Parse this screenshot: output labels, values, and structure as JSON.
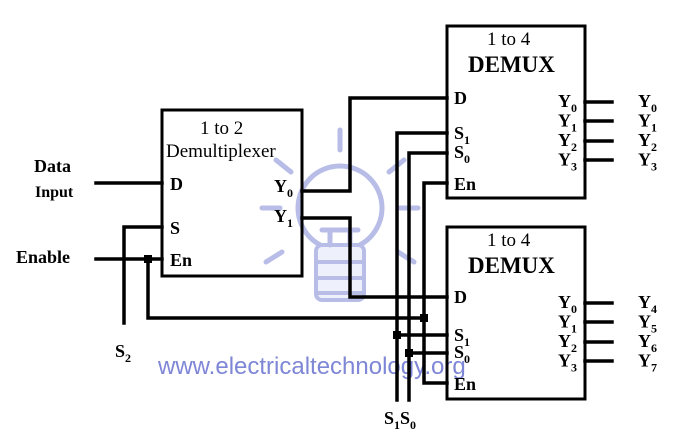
{
  "inputs": {
    "data_line1": "Data",
    "data_line2": "Input",
    "enable": "Enable",
    "s2": "S",
    "s2_sub": "2",
    "s1": "S",
    "s1_sub": "1",
    "s0": "S",
    "s0_sub": "0"
  },
  "demux_1to2": {
    "title_line1": "1 to 2",
    "title_line2": "Demultiplexer",
    "pin_d": "D",
    "pin_s": "S",
    "pin_en": "En",
    "y0": "Y",
    "y0_sub": "0",
    "y1": "Y",
    "y1_sub": "1"
  },
  "demux_top": {
    "title_line1": "1 to 4",
    "title_line2": "DEMUX",
    "pin_d": "D",
    "pin_s1": "S",
    "pin_s1_sub": "1",
    "pin_s0": "S",
    "pin_s0_sub": "0",
    "pin_en": "En",
    "outputs_inner": [
      {
        "t": "Y",
        "s": "0"
      },
      {
        "t": "Y",
        "s": "1"
      },
      {
        "t": "Y",
        "s": "2"
      },
      {
        "t": "Y",
        "s": "3"
      }
    ],
    "outputs_outer": [
      {
        "t": "Y",
        "s": "0"
      },
      {
        "t": "Y",
        "s": "1"
      },
      {
        "t": "Y",
        "s": "2"
      },
      {
        "t": "Y",
        "s": "3"
      }
    ]
  },
  "demux_bottom": {
    "title_line1": "1 to 4",
    "title_line2": "DEMUX",
    "pin_d": "D",
    "pin_s1": "S",
    "pin_s1_sub": "1",
    "pin_s0": "S",
    "pin_s0_sub": "0",
    "pin_en": "En",
    "outputs_inner": [
      {
        "t": "Y",
        "s": "0"
      },
      {
        "t": "Y",
        "s": "1"
      },
      {
        "t": "Y",
        "s": "2"
      },
      {
        "t": "Y",
        "s": "3"
      }
    ],
    "outputs_outer": [
      {
        "t": "Y",
        "s": "4"
      },
      {
        "t": "Y",
        "s": "5"
      },
      {
        "t": "Y",
        "s": "6"
      },
      {
        "t": "Y",
        "s": "7"
      }
    ]
  },
  "watermark": {
    "text": "www.electricaltechnology.org",
    "color": "#7e86d6",
    "logo": "lightbulb-icon"
  }
}
